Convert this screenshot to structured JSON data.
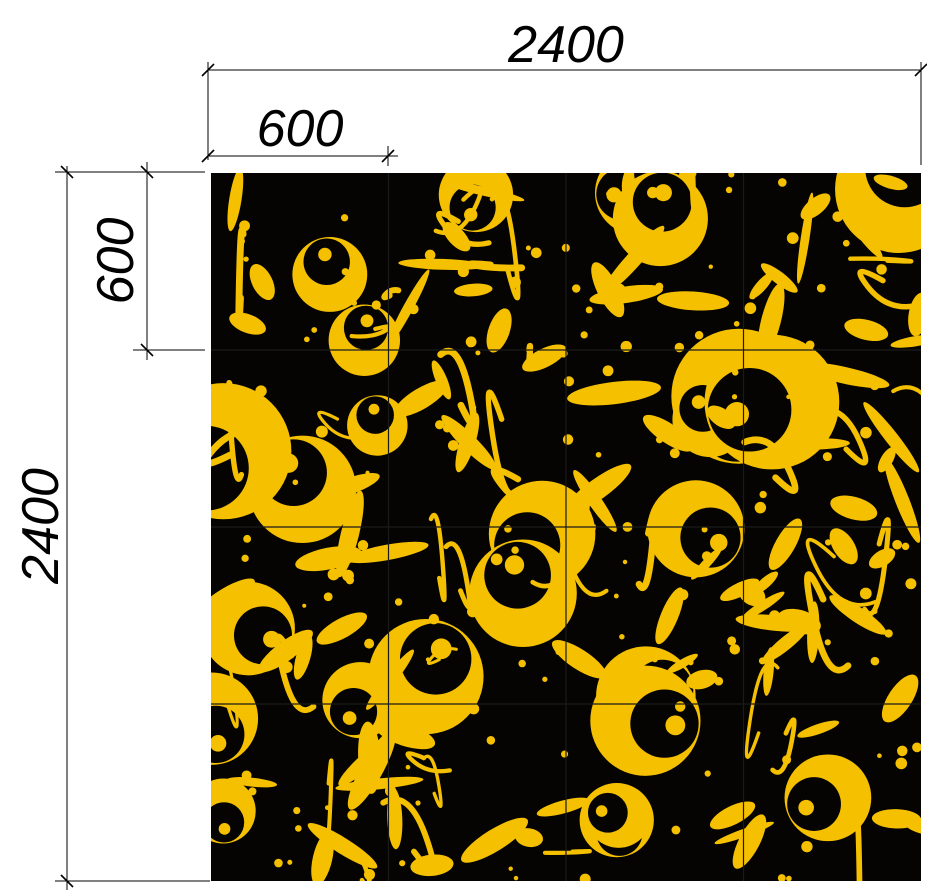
{
  "dimensions": {
    "total_width": "2400",
    "tile_width": "600",
    "total_height": "2400",
    "tile_height": "600"
  },
  "panel": {
    "grid_rows": 4,
    "grid_cols": 4,
    "background_color": "#050403",
    "pattern_color": "#F5C000",
    "grid_line_color": "#1a1a1a"
  },
  "line_color": "#000000"
}
